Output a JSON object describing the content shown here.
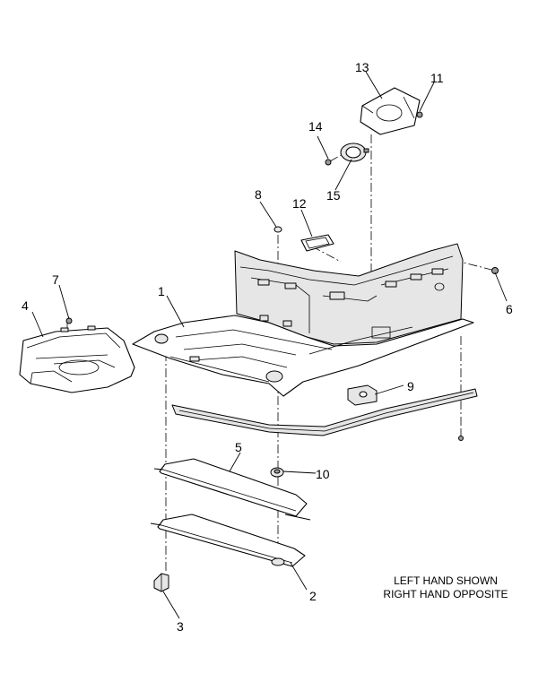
{
  "callouts": {
    "c1": "1",
    "c2": "2",
    "c3": "3",
    "c4": "4",
    "c5": "5",
    "c6": "6",
    "c7": "7",
    "c8": "8",
    "c9": "9",
    "c10": "10",
    "c11": "11",
    "c12": "12",
    "c13": "13",
    "c14": "14",
    "c15": "15"
  },
  "note": {
    "line1": "LEFT HAND SHOWN",
    "line2": "RIGHT HAND OPPOSITE"
  }
}
